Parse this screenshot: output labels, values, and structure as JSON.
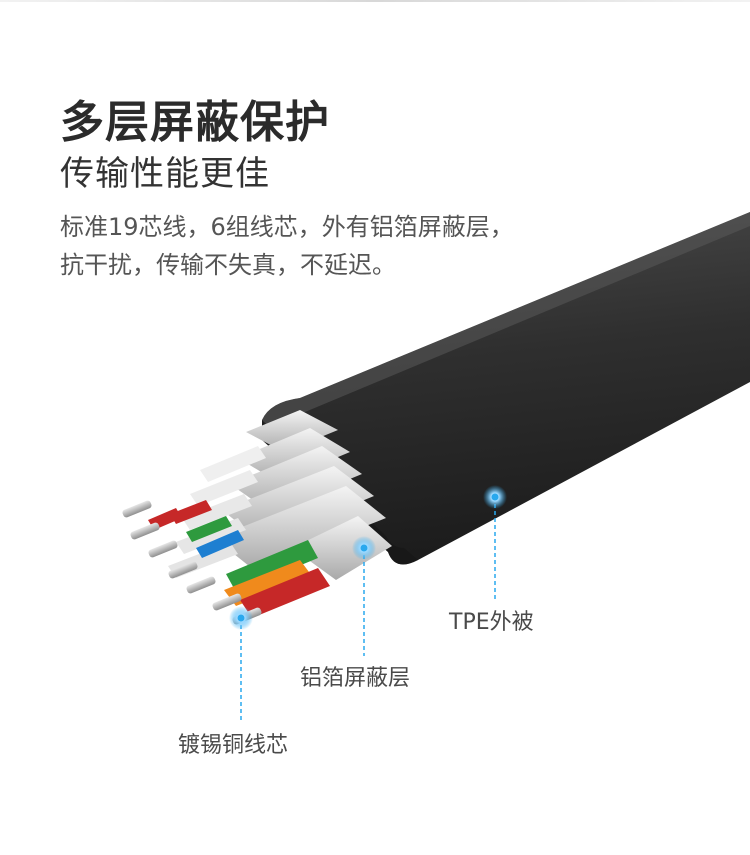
{
  "heading": {
    "title": "多层屏蔽保护",
    "subtitle": "传输性能更佳"
  },
  "description": {
    "line1": "标准19芯线，6组线芯，外有铝箔屏蔽层，",
    "line2": "抗干扰，传输不失真，不延迟。"
  },
  "callouts": {
    "jacket": "TPE外被",
    "shield": "铝箔屏蔽层",
    "core": "镀锡铜线芯"
  },
  "colors": {
    "callout_accent": "#29a8ee",
    "jacket": "#2e2e2e",
    "wire_red": "#c62828",
    "wire_green": "#2e9a3e",
    "wire_orange": "#f08a1c",
    "wire_blue": "#1e7fd1"
  }
}
